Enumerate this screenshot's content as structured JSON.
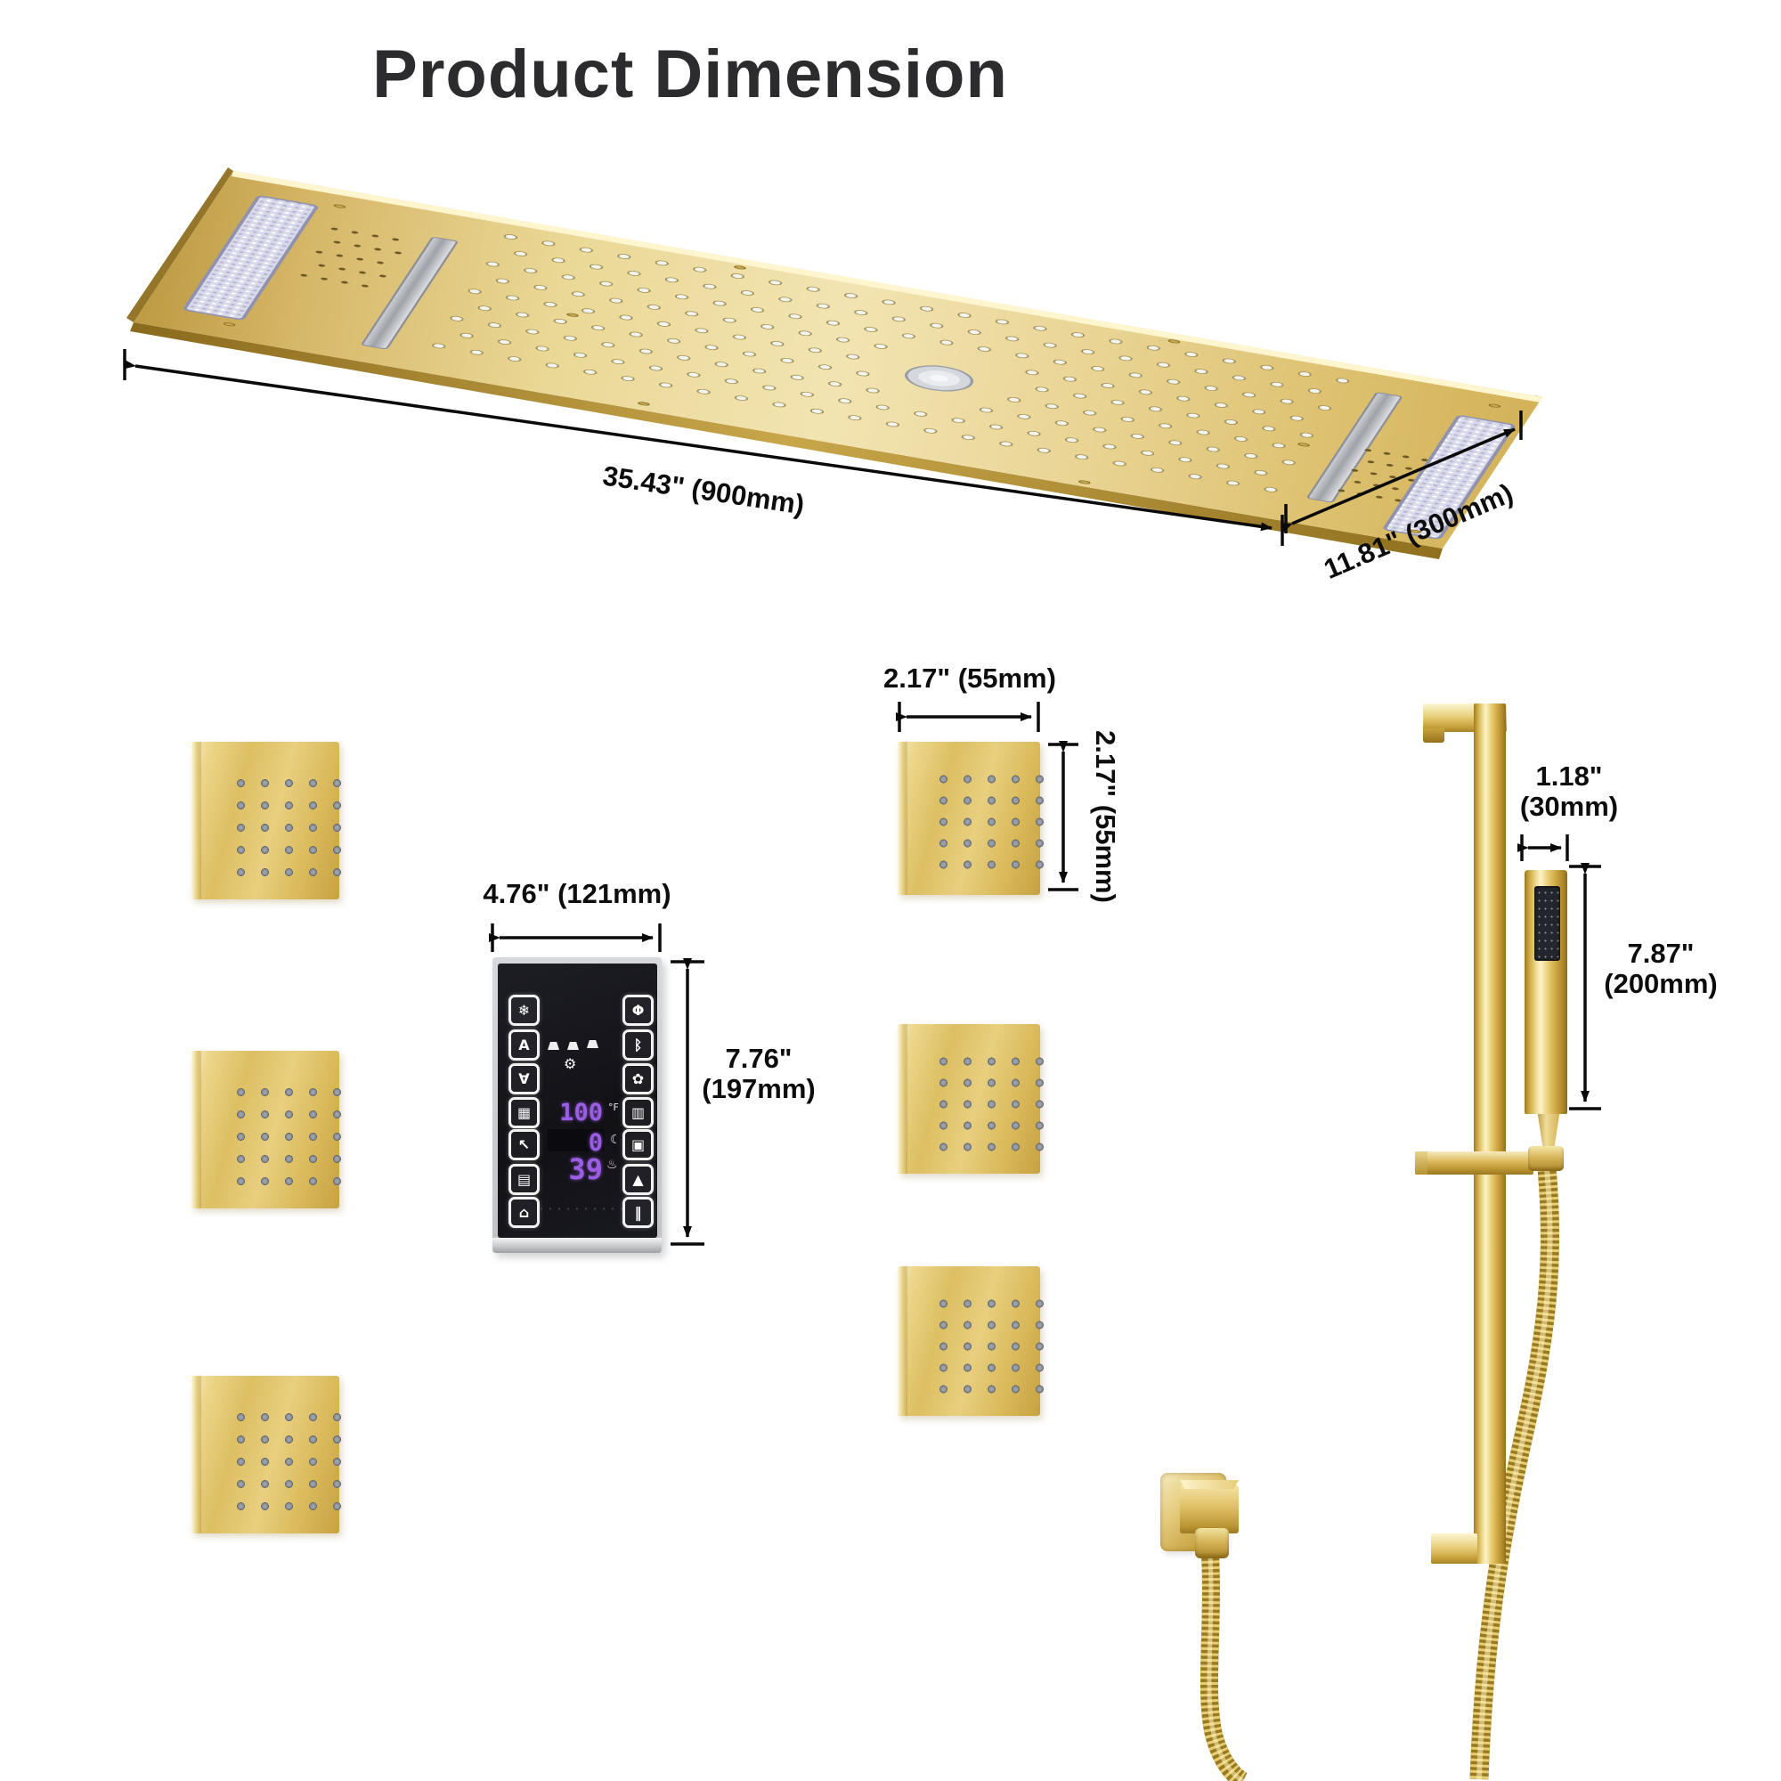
{
  "title": "Product Dimension",
  "colors": {
    "gold": "#d9b85c",
    "panel_black": "#17171d",
    "led_purple": "#9b5de4",
    "frame_silver": "#c6c8cc",
    "dimension_ink": "#0d0d0d"
  },
  "ceiling_panel": {
    "length_label": "35.43\" (900mm)",
    "width_label": "11.81\" (300mm)"
  },
  "body_jet": {
    "width_label": "2.17\" (55mm)",
    "height_label": "2.17\" (55mm)"
  },
  "control_panel": {
    "width_label": "4.76\" (121mm)",
    "height_label_line1": "7.76\"",
    "height_label_line2": "(197mm)",
    "display": {
      "value_top": "100",
      "unit_top": "°F",
      "value_mid": "0",
      "value_bottom": "39"
    },
    "gear_glyph": "⚙",
    "moon_glyph": "☾",
    "steam_glyph": "♨",
    "icons_left": [
      {
        "name": "snowflake-icon",
        "glyph": "❄"
      },
      {
        "name": "auto-icon",
        "glyph": "A"
      },
      {
        "name": "invert-a-icon",
        "glyph": "∀"
      },
      {
        "name": "rain-grid-icon",
        "glyph": "▦"
      },
      {
        "name": "corner-arrow-icon",
        "glyph": "↖"
      },
      {
        "name": "lined-grid-icon",
        "glyph": "▤"
      },
      {
        "name": "house-icon",
        "glyph": "⌂"
      }
    ],
    "icons_right": [
      {
        "name": "power-icon",
        "glyph": "Φ"
      },
      {
        "name": "bluetooth-icon",
        "glyph": "ᛒ"
      },
      {
        "name": "flower-icon",
        "glyph": "✿"
      },
      {
        "name": "grille-icon",
        "glyph": "▥"
      },
      {
        "name": "window-icon",
        "glyph": "▣"
      },
      {
        "name": "arrow-up-icon",
        "glyph": "▲"
      },
      {
        "name": "pause-icon",
        "glyph": "‖"
      }
    ]
  },
  "hand_shower": {
    "bar_width_line1": "1.18\"",
    "bar_width_line2": "(30mm)",
    "wand_height_line1": "7.87\"",
    "wand_height_line2": "(200mm)"
  }
}
